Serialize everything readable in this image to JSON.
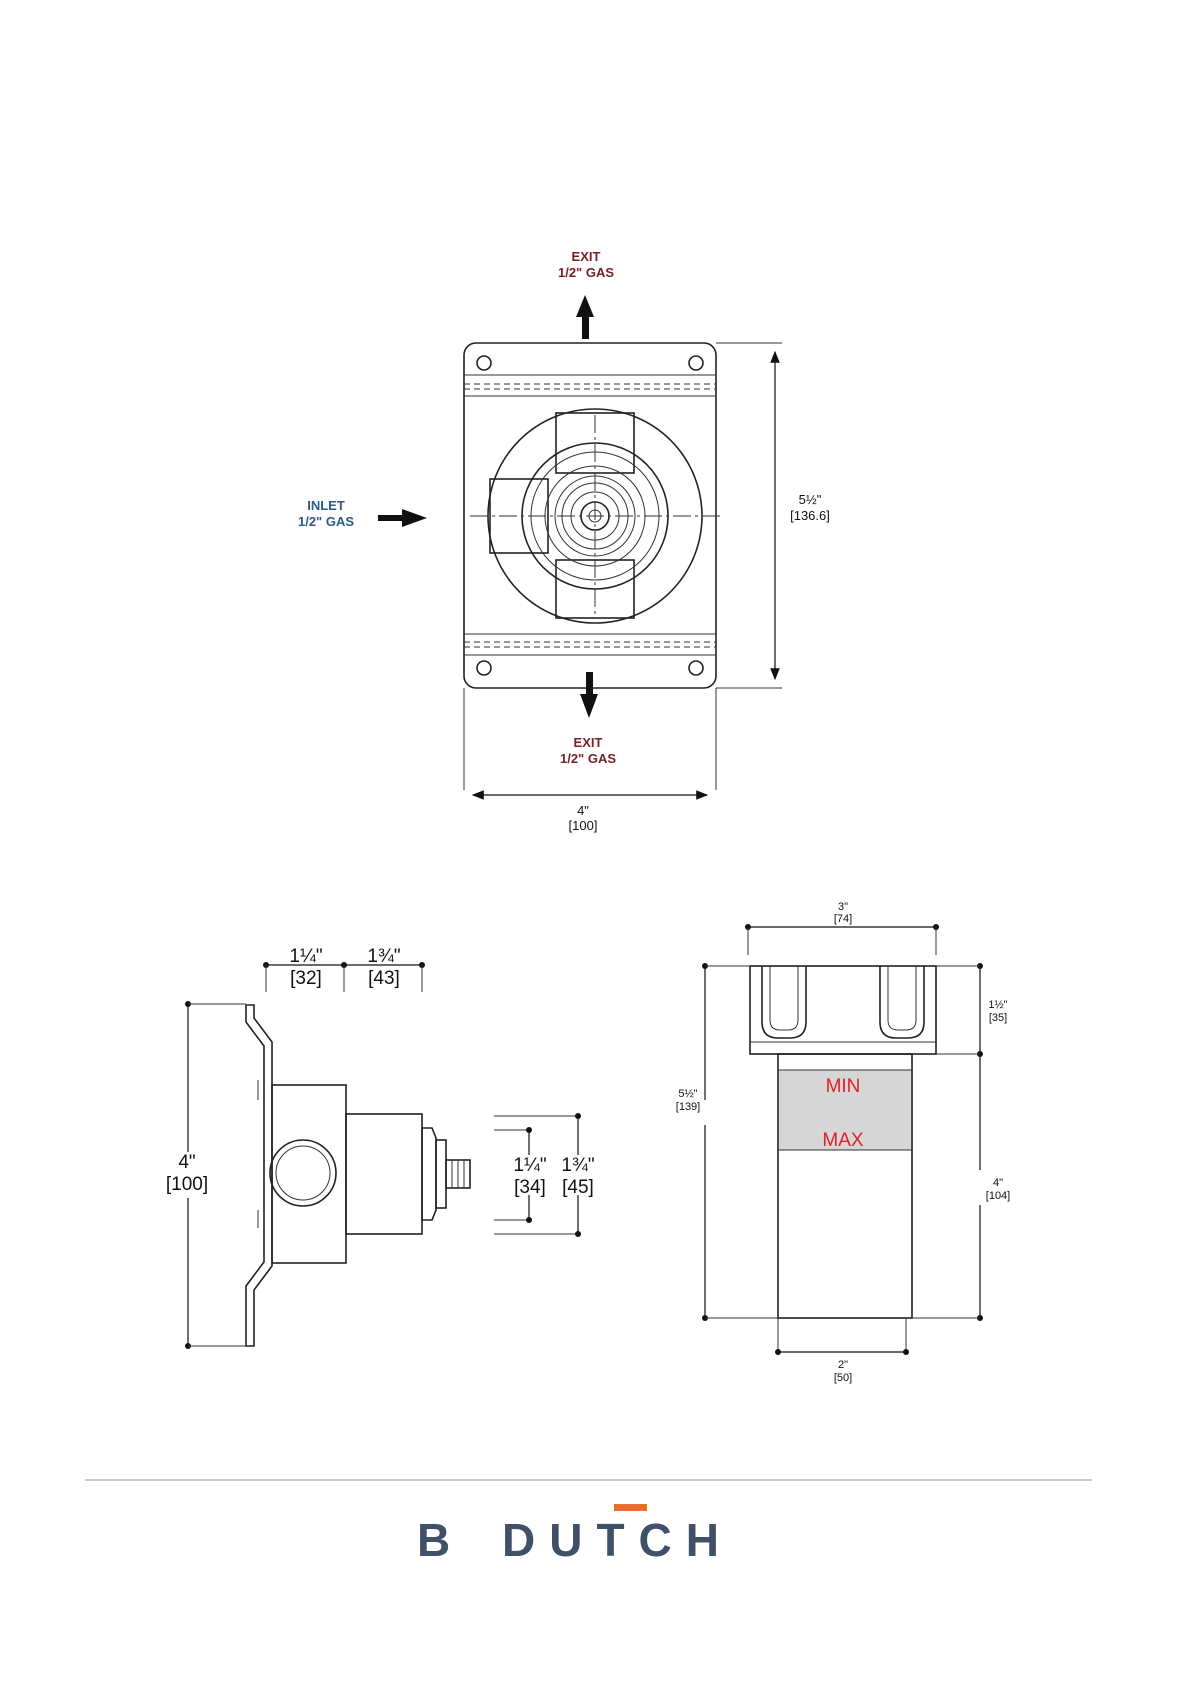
{
  "front_view": {
    "exit_top": {
      "line1": "EXIT",
      "line2": "1/2\" GAS"
    },
    "exit_bottom": {
      "line1": "EXIT",
      "line2": "1/2\" GAS"
    },
    "inlet": {
      "line1": "INLET",
      "line2": "1/2\" GAS"
    },
    "height_dim": {
      "imperial": "5½\"",
      "metric": "[136.6]"
    },
    "width_dim": {
      "imperial": "4\"",
      "metric": "[100]"
    }
  },
  "side_view": {
    "top_dim_a": {
      "imperial": "1¼\"",
      "metric": "[32]"
    },
    "top_dim_b": {
      "imperial": "1¾\"",
      "metric": "[43]"
    },
    "height_dim": {
      "imperial": "4\"",
      "metric": "[100]"
    },
    "stem_dim_a": {
      "imperial": "1¼\"",
      "metric": "[34]"
    },
    "stem_dim_b": {
      "imperial": "1¾\"",
      "metric": "[45]"
    }
  },
  "cap_view": {
    "width_top": {
      "imperial": "3\"",
      "metric": "[74]"
    },
    "height_total": {
      "imperial": "5½\"",
      "metric": "[139]"
    },
    "height_cap": {
      "imperial": "1½\"",
      "metric": "[35]"
    },
    "height_body": {
      "imperial": "4\"",
      "metric": "[104]"
    },
    "width_bottom": {
      "imperial": "2\"",
      "metric": "[50]"
    },
    "min_label": "MIN",
    "max_label": "MAX"
  },
  "footer": {
    "brand_left": "B",
    "brand_right": "DUTCH"
  },
  "colors": {
    "exit_text": "#7a1f24",
    "inlet_text": "#2d5a86",
    "min_max_text": "#e0202a",
    "min_max_band": "#d6d6d6",
    "brand": "#3f5068",
    "brand_accent": "#e8702a",
    "rule": "#9a9a9a"
  }
}
